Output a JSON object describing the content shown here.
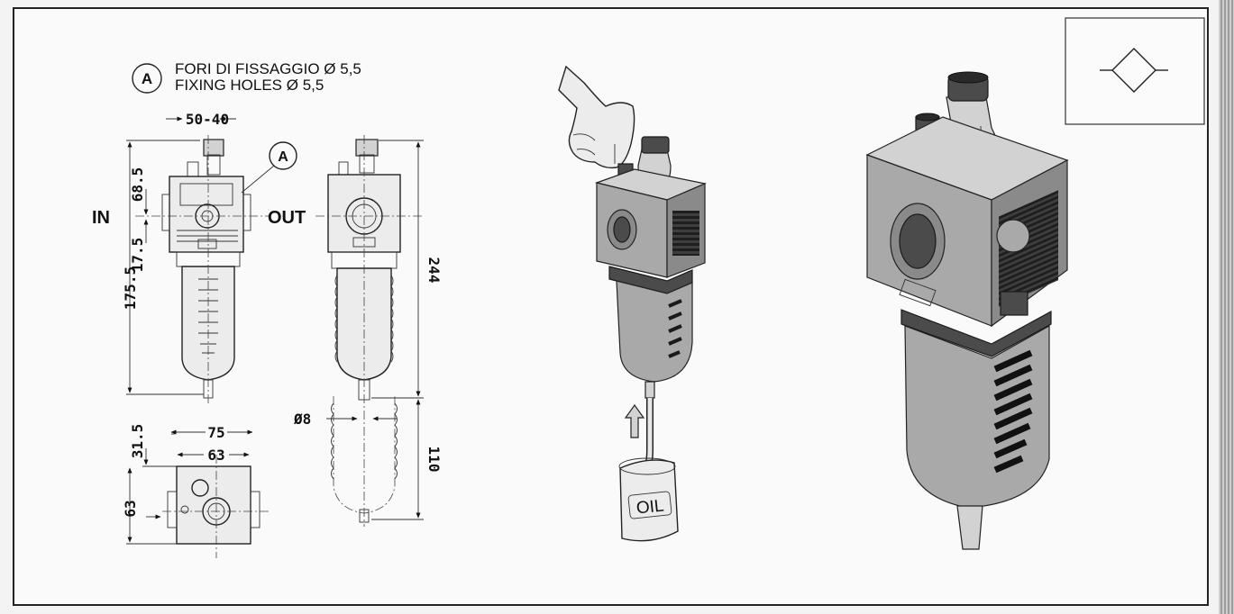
{
  "note": {
    "marker": "A",
    "line1": "FORI DI FISSAGGIO Ø 5,5",
    "line2": "FIXING HOLES Ø 5,5"
  },
  "labels": {
    "inlet": "IN",
    "outlet": "OUT",
    "oil": "OIL",
    "hole_marker": "A"
  },
  "dimensions": {
    "top_width": "50-40",
    "upper_height": "68.5",
    "port_offset": "17.5",
    "body_height": "175.5",
    "total_height": "244",
    "tube_diameter": "Ø8",
    "bowl_clearance": "110",
    "plan_offset": "31.5",
    "plan_width": "75",
    "plan_inner_width": "63",
    "plan_depth": "63"
  },
  "colors": {
    "line": "#222222",
    "paper": "#fafafa",
    "metal": "#8a8a8a",
    "dark_metal": "#4b4b4b"
  }
}
